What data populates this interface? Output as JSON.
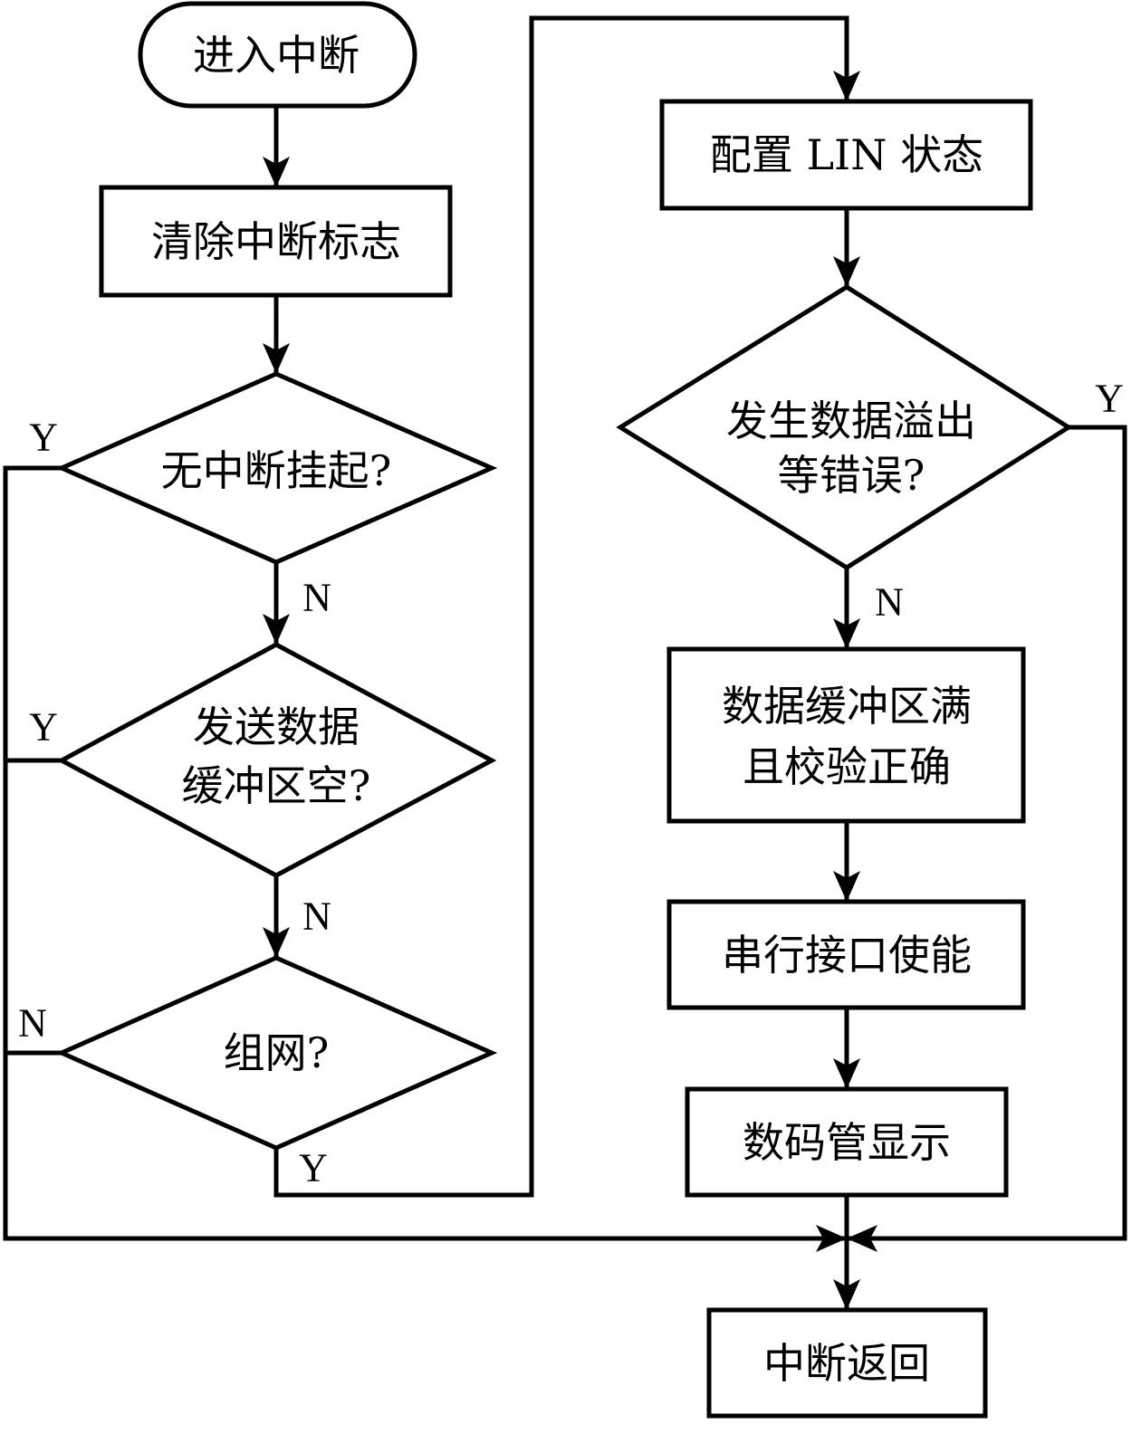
{
  "nodes": {
    "start": "进入中断",
    "clear_flag": "清除中断标志",
    "no_pending": "无中断挂起?",
    "tx_empty_1": "发送数据",
    "tx_empty_2": "缓冲区空?",
    "networking": "组网?",
    "config_lin": "配置 LIN 状态",
    "overflow_1": "发生数据溢出",
    "overflow_2": "等错误?",
    "buffer_full_1": "数据缓冲区满",
    "buffer_full_2": "且校验正确",
    "serial_enable": "串行接口使能",
    "display": "数码管显示",
    "return": "中断返回"
  },
  "labels": {
    "no_pending_yes": "Y",
    "no_pending_no": "N",
    "tx_empty_yes": "Y",
    "tx_empty_no": "N",
    "networking_no": "N",
    "networking_yes": "Y",
    "overflow_yes": "Y",
    "overflow_no": "N"
  }
}
